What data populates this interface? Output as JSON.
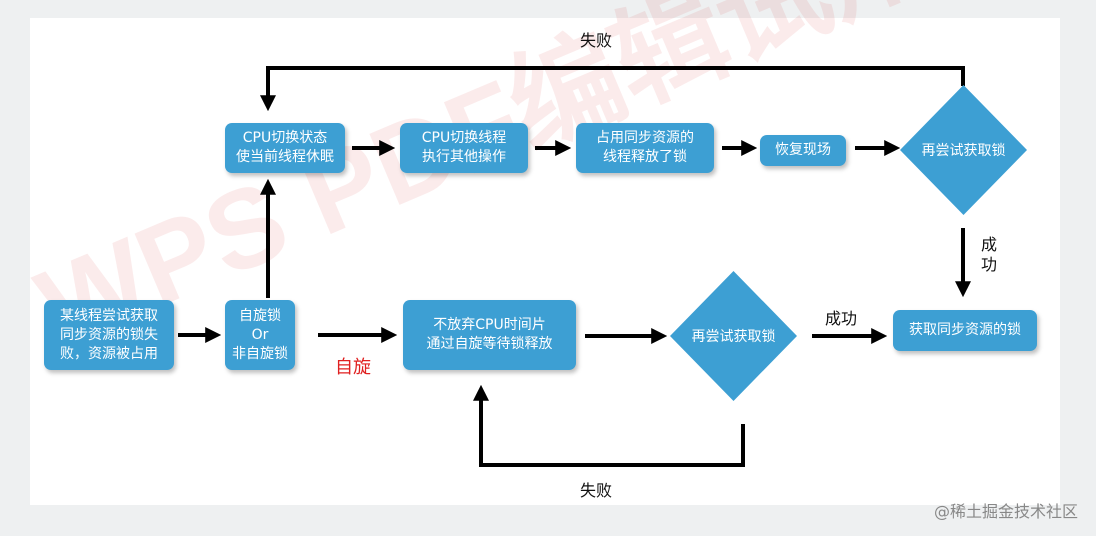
{
  "watermark": "WPS PDF编辑试用",
  "nodes": {
    "start": [
      "某线程尝试获取",
      "同步资源的锁失",
      "败，资源被占用"
    ],
    "choice": [
      "自旋锁",
      "Or",
      "非自旋锁"
    ],
    "sleep": [
      "CPU切换状态",
      "使当前线程休眠"
    ],
    "switch": [
      "CPU切换线程",
      "执行其他操作"
    ],
    "release": [
      "占用同步资源的",
      "线程释放了锁"
    ],
    "restore": "恢复现场",
    "retry_top": "再尝试获取锁",
    "spin": [
      "不放弃CPU时间片",
      "通过自旋等待锁释放"
    ],
    "retry_bottom": "再尝试获取锁",
    "acquire": "获取同步资源的锁"
  },
  "labels": {
    "spin": "自旋",
    "fail_top": "失败",
    "fail_bottom": "失败",
    "success_right": [
      "成",
      "功"
    ],
    "success_bottom": "成功"
  },
  "colors": {
    "node": "#3d9fd3",
    "spin_label": "#e02020"
  },
  "footer": "@稀土掘金技术社区"
}
